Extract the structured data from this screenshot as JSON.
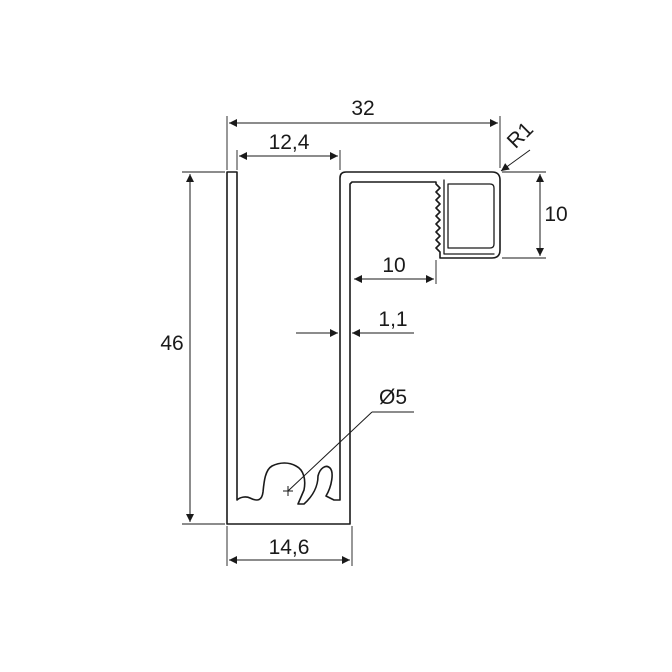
{
  "drawing": {
    "line_color": "#1a1a1a",
    "background": "#ffffff"
  },
  "dimensions": {
    "overall_width": "32",
    "inner_width_top": "12,4",
    "corner_radius": "R1",
    "tube_height": "10",
    "flange_length": "10",
    "wall_thickness": "1,1",
    "overall_height": "46",
    "hole_diameter": "Ø5",
    "bottom_width": "14,6"
  }
}
